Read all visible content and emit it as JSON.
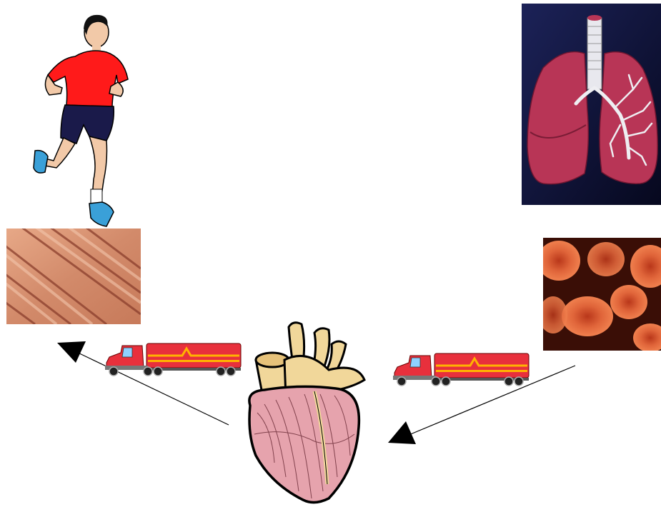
{
  "figures": {
    "runner": {
      "icon": "runner-icon",
      "shirt_color": "#ff1a1a",
      "shorts_color": "#1a1a4a",
      "shoe_color": "#3aa0d8"
    },
    "lungs": {
      "icon": "lungs-icon",
      "background": "#0e1238",
      "tissue_color": "#b83556"
    },
    "muscle": {
      "icon": "muscle-tissue-icon",
      "base_color": "#d28a6a"
    },
    "blood_cells": {
      "icon": "red-blood-cells-icon",
      "base_color": "#d04a20"
    },
    "heart": {
      "icon": "heart-icon",
      "muscle_color": "#e6a3ad",
      "vessel_color": "#f1d79a"
    },
    "truck_left": {
      "icon": "tanker-truck-icon",
      "body_color": "#e8303c",
      "stripe_color": "#ffb400"
    },
    "truck_right": {
      "icon": "tanker-truck-icon",
      "body_color": "#e8303c",
      "stripe_color": "#ffb400"
    }
  },
  "arrows": [
    {
      "from": "heart",
      "to": "muscle"
    },
    {
      "from": "blood_cells",
      "to": "heart"
    }
  ]
}
